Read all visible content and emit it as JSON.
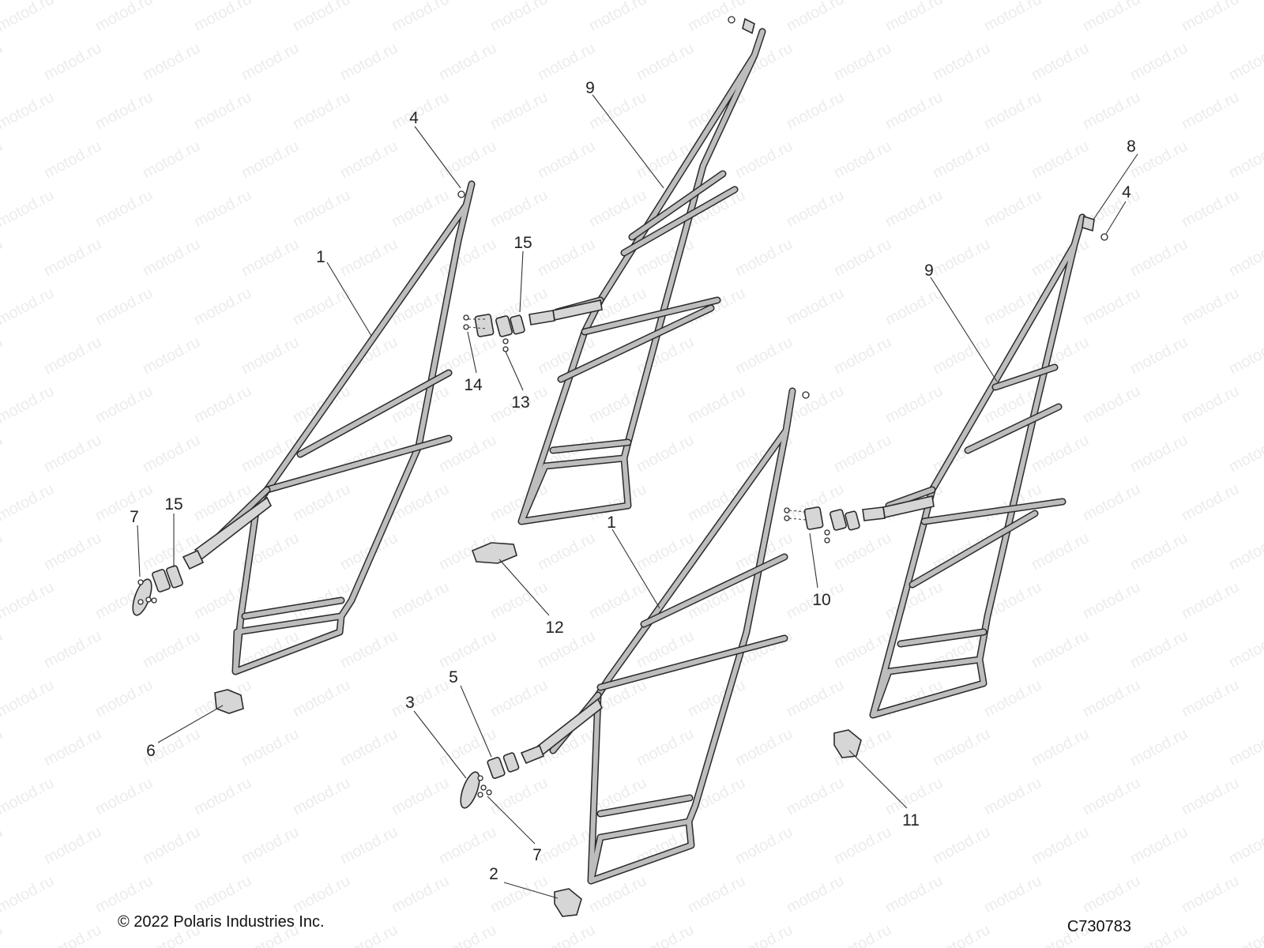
{
  "watermark_text": "motod.ru",
  "copyright": "© 2022 Polaris Industries Inc.",
  "figure_code": "C730783",
  "callouts": [
    "1",
    "1",
    "2",
    "3",
    "4",
    "4",
    "5",
    "6",
    "7",
    "7",
    "8",
    "9",
    "9",
    "10",
    "11",
    "12",
    "13",
    "14",
    "15",
    "15"
  ]
}
